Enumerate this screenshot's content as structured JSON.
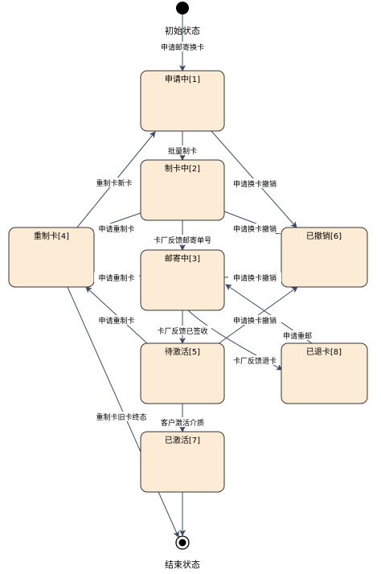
{
  "terminals": {
    "start": "初始状态",
    "end": "结束状态"
  },
  "states": {
    "s1": "申请中[1]",
    "s2": "制卡中[2]",
    "s3": "邮寄中[3]",
    "s4": "重制卡[4]",
    "s5": "待激活[5]",
    "s6": "已撤销[6]",
    "s7": "已激活[7]",
    "s8": "已退卡[8]"
  },
  "edges": {
    "e_start_1": "申请邮寄换卡",
    "e_1_2": "批量制卡",
    "e_2_3": "卡厂反馈邮寄单号",
    "e_3_5": "卡厂反馈已签收",
    "e_5_7": "客户激活介质",
    "e_4_1": "重制卡新卡",
    "e_2_4": "申请重制卡",
    "e_3_4": "申请重制卡",
    "e_5_4": "申请重制卡",
    "e_4_end": "重制卡旧卡终态",
    "e_1_6": "申请换卡撤销",
    "e_2_6": "申请换卡撤销",
    "e_3_6": "申请换卡撤销",
    "e_5_6": "申请换卡撤销",
    "e_3_8": "卡厂反馈退卡",
    "e_8_3": "申请重邮"
  }
}
